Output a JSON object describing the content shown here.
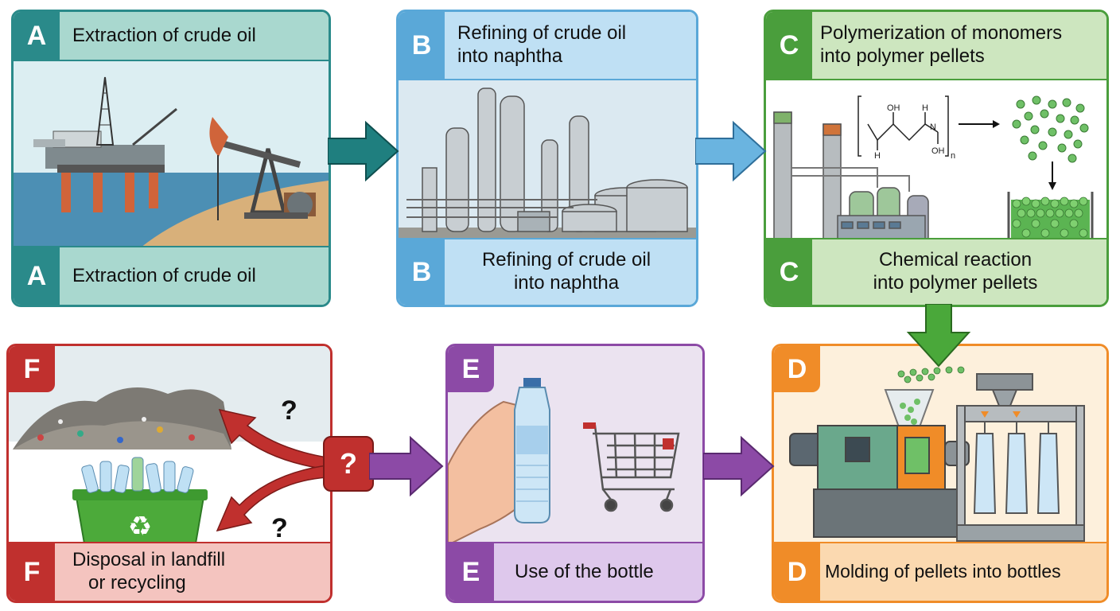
{
  "panels": {
    "a": {
      "letter": "A",
      "title_top": "Extraction of crude oil",
      "title_bottom": "Extraction of crude oil",
      "color": "#2a8a8a",
      "strip_color": "#a9d8cf"
    },
    "b": {
      "letter": "B",
      "title_top_line1": "Refining of crude oil",
      "title_top_line2": "into naphtha",
      "title_bottom_line1": "Refining of crude oil",
      "title_bottom_line2": "into naphtha",
      "color": "#5aa8d8",
      "strip_color": "#bfe0f4"
    },
    "c": {
      "letter": "C",
      "title_top_line1": "Polymerization of monomers",
      "title_top_line2": "into polymer pellets",
      "title_bottom_line1": "Chemical reaction",
      "title_bottom_line2": "into polymer pellets",
      "color": "#4a9e3c",
      "strip_color": "#cde6bf",
      "formula": {
        "oh_top": "OH",
        "h_top": "H",
        "n_label": "N",
        "h_left": "H",
        "oh_bottom": "OH",
        "subscript": "n"
      }
    },
    "d": {
      "letter": "D",
      "title_bottom": "Molding of pellets into bottles",
      "color": "#f08c28",
      "strip_color": "#fbd9b0"
    },
    "e": {
      "letter": "E",
      "title_bottom": "Use of the bottle",
      "color": "#8c4aa6",
      "strip_color": "#dec8ec"
    },
    "f": {
      "letter": "F",
      "title_bottom_line1": "Disposal in landfill",
      "title_bottom_line2": "or recycling",
      "color": "#c0302e",
      "strip_color": "#f4c4bf",
      "question_marks": [
        "?",
        "?",
        "?"
      ]
    }
  },
  "arrows": {
    "a_to_b": "#1f7f7f",
    "b_to_c": "#6ab4e0",
    "c_to_d": "#4aa83a",
    "f_to_e": "#8c4aa6",
    "e_to_d": "#8c4aa6",
    "f_branch": "#c0302e"
  },
  "icons": {
    "recycle": "♻"
  }
}
